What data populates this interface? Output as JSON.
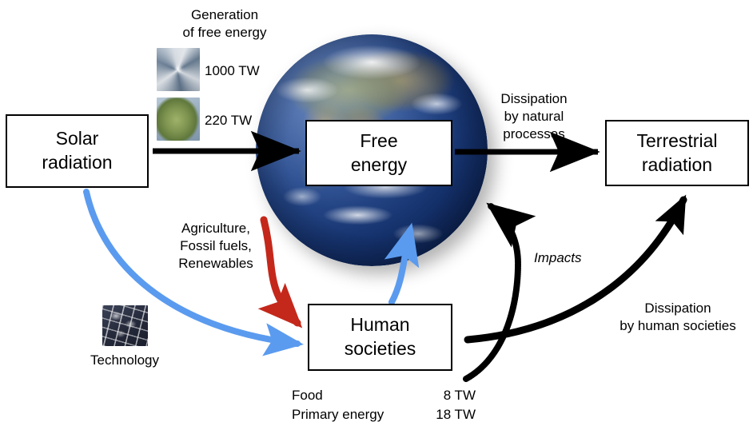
{
  "diagram": {
    "title": "Earth free energy and human societies flow diagram",
    "colors": {
      "arrow_black": "#000000",
      "arrow_blue": "#5b9bef",
      "arrow_red": "#c4281b",
      "box_border": "#000000",
      "background": "#ffffff"
    }
  },
  "boxes": {
    "solar_radiation": "Solar\nradiation",
    "free_energy": "Free\nenergy",
    "terrestrial_radiation": "Terrestrial\nradiation",
    "human_societies": "Human\nsocieties"
  },
  "labels": {
    "generation": "Generation\nof free energy",
    "wind_value": "1000 TW",
    "photosynthesis_value": "220 TW",
    "dissipation_natural": "Dissipation\nby natural\nprocesses",
    "agriculture": "Agriculture,\nFossil fuels,\nRenewables",
    "technology": "Technology",
    "impacts": "Impacts",
    "dissipation_human": "Dissipation\nby human societies"
  },
  "human_table": {
    "rows": [
      {
        "name": "Food",
        "value": "8 TW"
      },
      {
        "name": "Primary energy",
        "value": "18 TW"
      }
    ]
  },
  "icons": {
    "globe": "earth-globe",
    "wind": "hurricane-thumbnail",
    "leaf": "leaf-thumbnail",
    "solar_panel": "solar-panel-thumbnail"
  },
  "chart_data": {
    "type": "diagram",
    "title": "Global free energy flows",
    "nodes": [
      {
        "id": "solar_radiation",
        "label": "Solar radiation"
      },
      {
        "id": "free_energy",
        "label": "Free energy"
      },
      {
        "id": "terrestrial_radiation",
        "label": "Terrestrial radiation"
      },
      {
        "id": "human_societies",
        "label": "Human societies"
      }
    ],
    "flows": [
      {
        "from": "solar_radiation",
        "to": "free_energy",
        "label": "Generation of free energy",
        "color": "#000000",
        "style": "solid"
      },
      {
        "from": "free_energy",
        "to": "terrestrial_radiation",
        "label": "Dissipation by natural processes",
        "color": "#000000",
        "style": "solid"
      },
      {
        "from": "free_energy",
        "to": "human_societies",
        "label": "Agriculture, Fossil fuels, Renewables",
        "color": "#c4281b",
        "style": "solid"
      },
      {
        "from": "human_societies",
        "to": "free_energy",
        "label": "",
        "color": "#5b9bef",
        "style": "solid"
      },
      {
        "from": "solar_radiation",
        "to": "human_societies",
        "label": "Technology",
        "color": "#5b9bef",
        "style": "solid"
      },
      {
        "from": "human_societies",
        "to": "free_energy",
        "label": "Impacts",
        "color": "#000000",
        "style": "dotted"
      },
      {
        "from": "human_societies",
        "to": "terrestrial_radiation",
        "label": "Dissipation by human societies",
        "color": "#000000",
        "style": "solid"
      }
    ],
    "values": [
      {
        "name": "Wind / atmospheric circulation",
        "value": 1000,
        "unit": "TW"
      },
      {
        "name": "Photosynthesis",
        "value": 220,
        "unit": "TW"
      },
      {
        "name": "Food",
        "value": 8,
        "unit": "TW"
      },
      {
        "name": "Primary energy",
        "value": 18,
        "unit": "TW"
      }
    ]
  }
}
